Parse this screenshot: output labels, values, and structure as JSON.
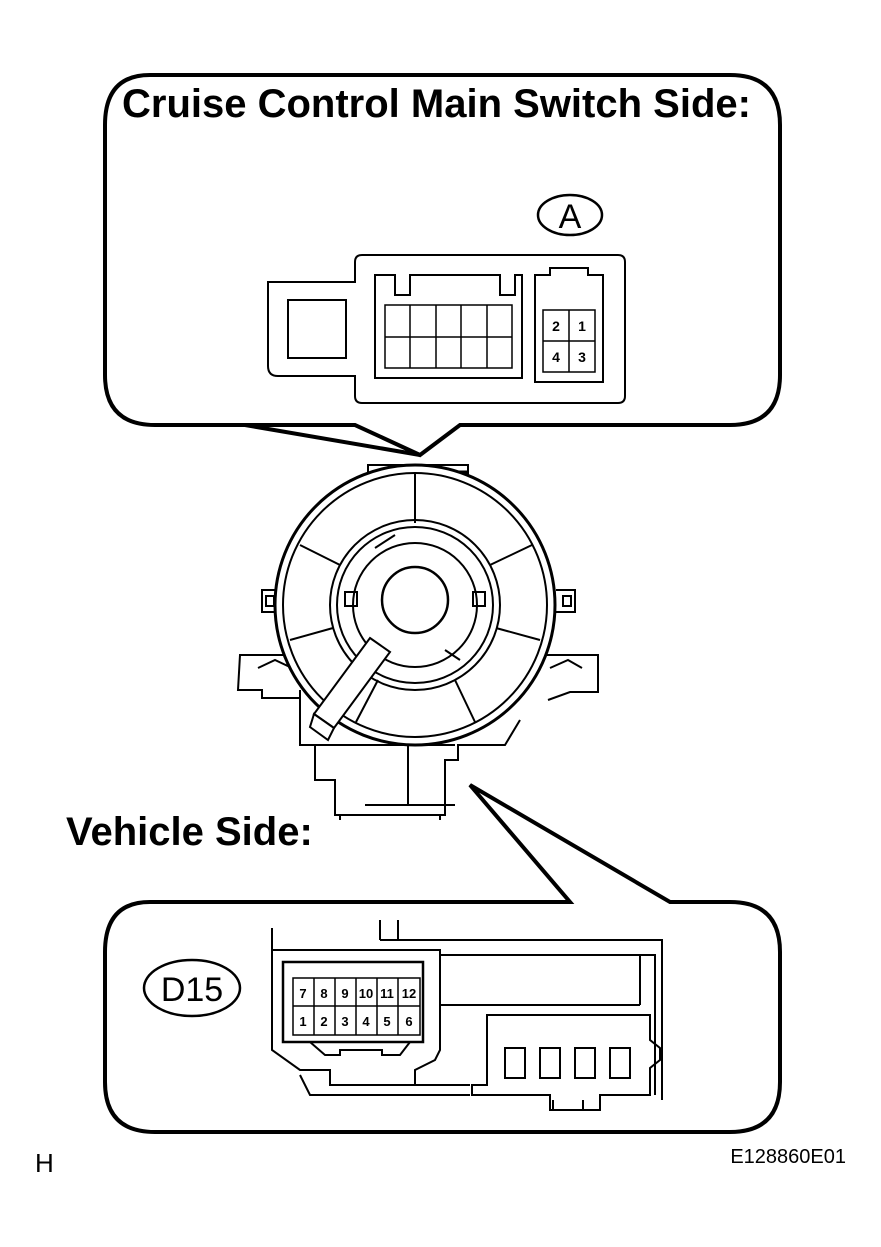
{
  "labels": {
    "top_title": "Cruise Control Main Switch Side:",
    "connector_a": "A",
    "vehicle_side": "Vehicle Side:",
    "connector_d15": "D15",
    "corner_letter": "H",
    "figure_code": "E128860E01"
  },
  "connector_a_pins": {
    "top_row": [
      "2",
      "1"
    ],
    "bottom_row": [
      "4",
      "3"
    ]
  },
  "connector_d15_pins": {
    "top_row": [
      "7",
      "8",
      "9",
      "10",
      "11",
      "12"
    ],
    "bottom_row": [
      "1",
      "2",
      "3",
      "4",
      "5",
      "6"
    ]
  }
}
